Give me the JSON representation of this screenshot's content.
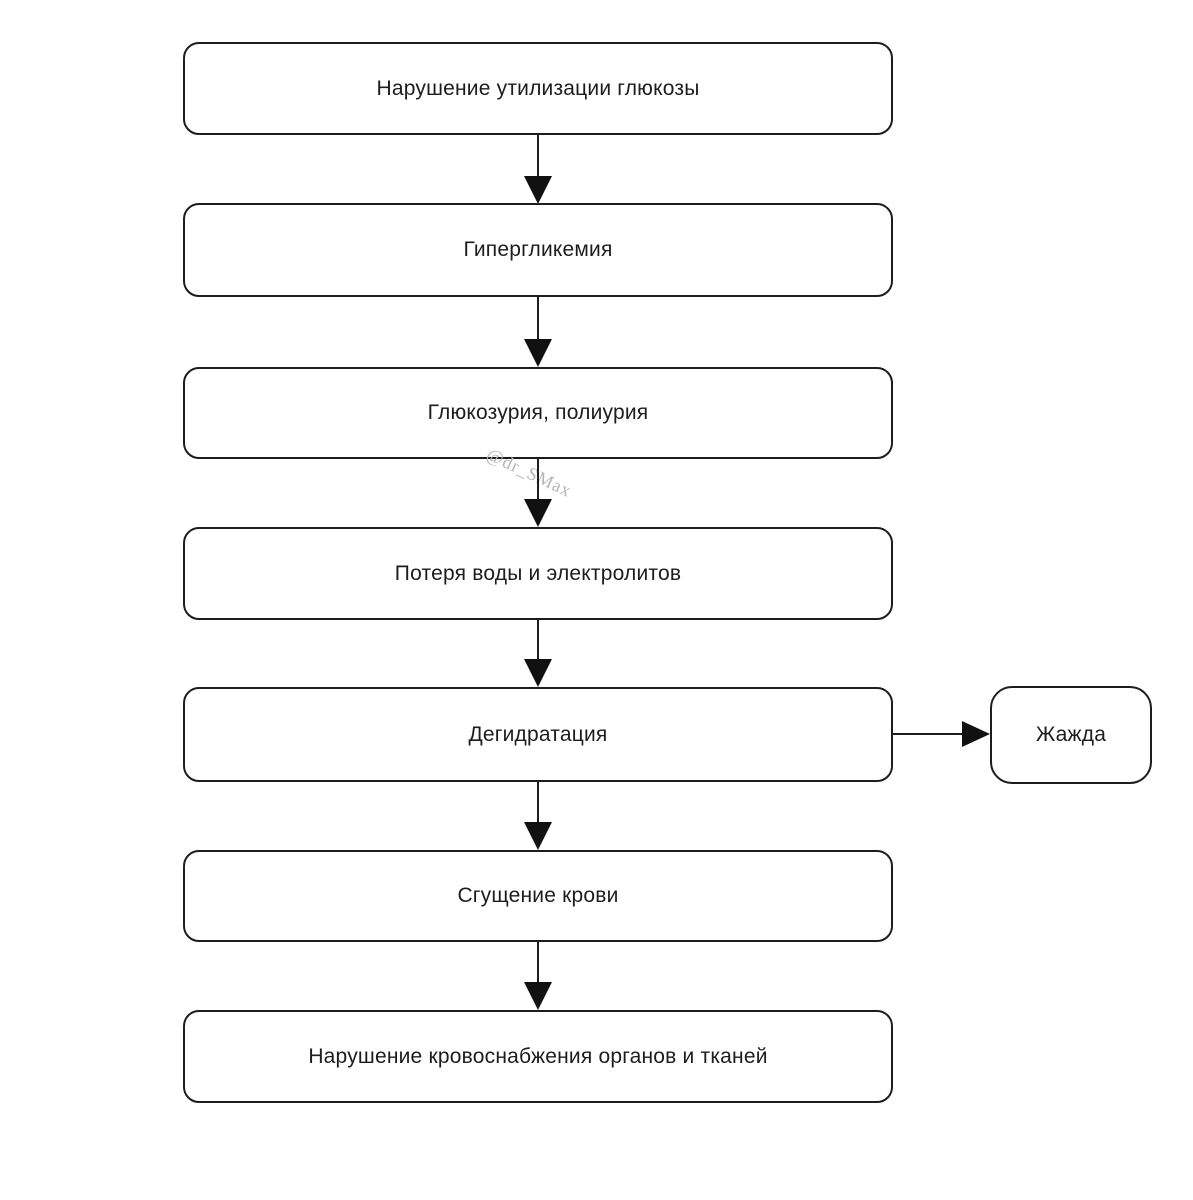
{
  "diagram": {
    "title": "Flowchart of disturbed glucose utilization consequences",
    "background": "#ffffff",
    "box_fill": "#ffffff",
    "box_border_color": "#1d1d1d",
    "text_color": "#1d1d1d",
    "arrow_color": "#111111",
    "watermark": {
      "text": "@dr_SMax",
      "color": "#b5b5b5"
    },
    "nodes": [
      {
        "id": "glucose-utilization-disorder",
        "label": "Нарушение утилизации глюкозы"
      },
      {
        "id": "hyperglycemia",
        "label": "Гипергликемия"
      },
      {
        "id": "glucosuria-polyuria",
        "label": "Глюкозурия, полиурия"
      },
      {
        "id": "water-electrolyte-loss",
        "label": "Потеря воды и электролитов"
      },
      {
        "id": "dehydration",
        "label": "Дегидратация"
      },
      {
        "id": "thirst",
        "label": "Жажда"
      },
      {
        "id": "blood-thickening",
        "label": "Сгущение крови"
      },
      {
        "id": "organ-tissue-blood-supply-disorder",
        "label": "Нарушение кровоснабжения органов и тканей"
      }
    ],
    "edges": [
      {
        "from": "glucose-utilization-disorder",
        "to": "hyperglycemia",
        "direction": "down"
      },
      {
        "from": "hyperglycemia",
        "to": "glucosuria-polyuria",
        "direction": "down"
      },
      {
        "from": "glucosuria-polyuria",
        "to": "water-electrolyte-loss",
        "direction": "down"
      },
      {
        "from": "water-electrolyte-loss",
        "to": "dehydration",
        "direction": "down"
      },
      {
        "from": "dehydration",
        "to": "thirst",
        "direction": "right"
      },
      {
        "from": "dehydration",
        "to": "blood-thickening",
        "direction": "down"
      },
      {
        "from": "blood-thickening",
        "to": "organ-tissue-blood-supply-disorder",
        "direction": "down"
      }
    ]
  }
}
